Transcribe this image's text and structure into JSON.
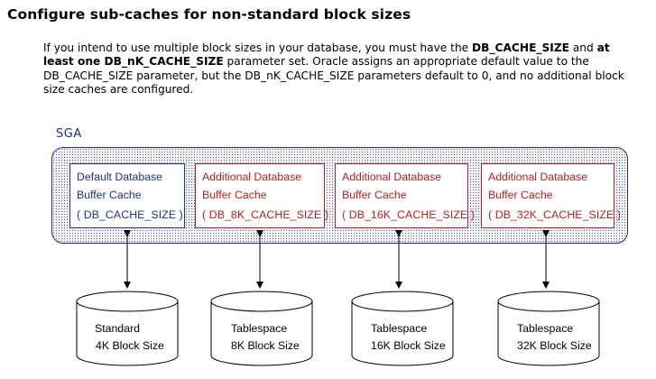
{
  "title": "Configure sub-caches for non-standard block sizes",
  "intro": {
    "part1": "If you intend to use multiple block sizes in your database, you must have the",
    "bold1": "DB_CACHE_SIZE",
    "part2": " and ",
    "bold2": "at least one DB_nK_CACHE_SIZE",
    "part3": " parameter set. Oracle assigns an appropriate default value to the DB_CACHE_SIZE parameter, but the DB_nK_CACHE_SIZE parameters default to 0, and no additional block size caches are configured."
  },
  "sga_label": "SGA",
  "caches": [
    {
      "line1": "Default Database",
      "line2": "Buffer Cache",
      "param": "( DB_CACHE_SIZE )",
      "color": "#1f2f8f"
    },
    {
      "line1": "Additional Database",
      "line2": "Buffer Cache",
      "param": "( DB_8K_CACHE_SIZE )",
      "color": "#b51f1f"
    },
    {
      "line1": "Additional Database",
      "line2": "Buffer Cache",
      "param": "( DB_16K_CACHE_SIZE )",
      "color": "#b51f1f"
    },
    {
      "line1": "Additional Database",
      "line2": "Buffer Cache",
      "param": "( DB_32K_CACHE_SIZE )",
      "color": "#b51f1f"
    }
  ],
  "disks": [
    {
      "line1": "Standard",
      "line2": "4K Block Size"
    },
    {
      "line1": "Tablespace",
      "line2": "8K Block Size"
    },
    {
      "line1": "Tablespace",
      "line2": "16K Block Size"
    },
    {
      "line1": "Tablespace",
      "line2": "32K Block Size"
    }
  ]
}
